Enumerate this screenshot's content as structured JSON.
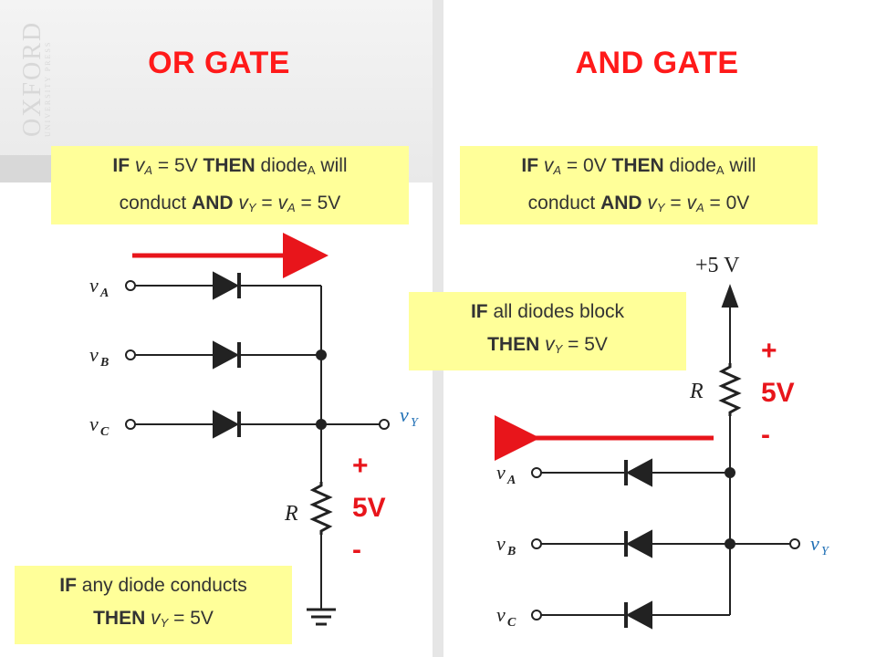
{
  "logo": {
    "main": "OXFORD",
    "sub": "UNIVERSITY PRESS"
  },
  "or_gate": {
    "title": "OR GATE",
    "condition_box": {
      "if": "IF",
      "v": "v",
      "a_sub": "A",
      "eq_val": " = 5V ",
      "then": "THEN",
      "diode": " diode",
      "diode_sub": "A",
      "will": " will",
      "conduct": "conduct ",
      "and": "AND",
      "vy": " v",
      "y_sub": "Y",
      "eq2": " = ",
      "va": "v",
      "a_sub2": "A",
      "end": " = 5V"
    },
    "any_box": {
      "if": "IF",
      "text1": " any diode conducts",
      "then": "THEN",
      "vy": " v",
      "y_sub": "Y",
      "end": " = 5V"
    },
    "voltage": {
      "plus": "+",
      "value": "5V",
      "minus": "-"
    },
    "labels": {
      "vA": "v",
      "A": "A",
      "vB": "v",
      "B": "B",
      "vC": "v",
      "C": "C",
      "vY": "v",
      "Y": "Y",
      "R": "R"
    }
  },
  "and_gate": {
    "title": "AND GATE",
    "condition_box": {
      "if": "IF",
      "v": "v",
      "a_sub": "A",
      "eq_val": " = 0V ",
      "then": "THEN",
      "diode": " diode",
      "diode_sub": "A",
      "will": " will",
      "conduct": "conduct ",
      "and": "AND",
      "vy": " v",
      "y_sub": "Y",
      "eq2": " = ",
      "va": "v",
      "a_sub2": "A",
      "end": " = 0V"
    },
    "block_box": {
      "if": "IF",
      "text1": " all diodes block",
      "then": "THEN",
      "vy": " v",
      "y_sub": "Y",
      "end": " = 5V"
    },
    "voltage": {
      "plus": "+",
      "value": "5V",
      "minus": "-"
    },
    "supply": "+5  V",
    "labels": {
      "vA": "v",
      "A": "A",
      "vB": "v",
      "B": "B",
      "vC": "v",
      "C": "C",
      "vY": "v",
      "Y": "Y",
      "R": "R"
    }
  },
  "colors": {
    "title": "#ff1a1a",
    "arrow": "#e8151b",
    "box": "#ffff99",
    "output_label": "#1f6fb5"
  }
}
